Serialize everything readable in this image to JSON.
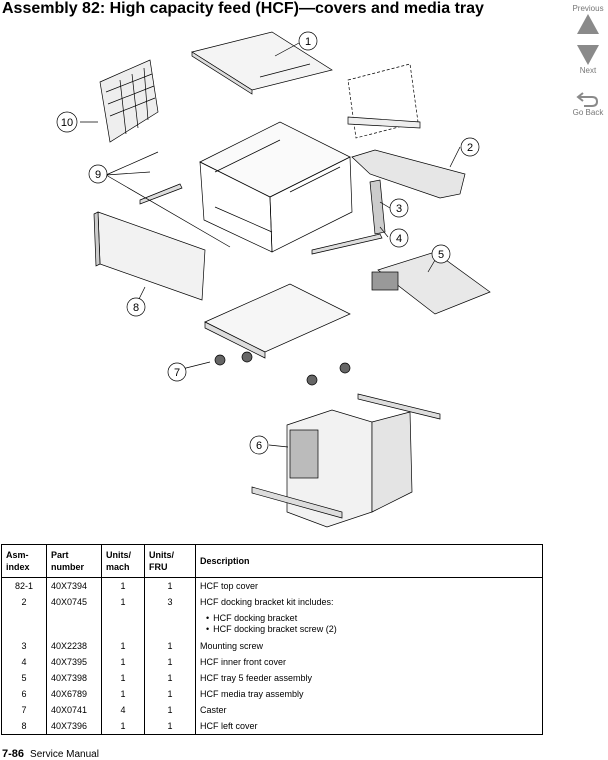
{
  "title": "Assembly 82:  High capacity feed (HCF)—covers and media tray",
  "nav": {
    "previous": "Previous",
    "next": "Next",
    "go_back": "Go Back"
  },
  "colors": {
    "nav_arrow": "#8a8a8a",
    "line": "#000000"
  },
  "callouts": [
    "1",
    "2",
    "3",
    "4",
    "5",
    "6",
    "7",
    "8",
    "9",
    "10"
  ],
  "table": {
    "headers": {
      "asm_index": "Asm-\nindex",
      "part_number": "Part\nnumber",
      "units_mach": "Units/\nmach",
      "units_fru": "Units/\nFRU",
      "description": "Description"
    },
    "rows": [
      {
        "asm": "82-1",
        "part": "40X7394",
        "mach": "1",
        "fru": "1",
        "desc": "HCF top cover"
      },
      {
        "asm": "2",
        "part": "40X0745",
        "mach": "1",
        "fru": "3",
        "desc": "HCF docking bracket kit includes:"
      },
      {
        "asm": "",
        "part": "",
        "mach": "",
        "fru": "",
        "desc": "",
        "bullets": [
          "HCF docking bracket",
          "HCF docking bracket screw (2)"
        ]
      },
      {
        "asm": "3",
        "part": "40X2238",
        "mach": "1",
        "fru": "1",
        "desc": "Mounting screw"
      },
      {
        "asm": "4",
        "part": "40X7395",
        "mach": "1",
        "fru": "1",
        "desc": "HCF inner front cover"
      },
      {
        "asm": "5",
        "part": "40X7398",
        "mach": "1",
        "fru": "1",
        "desc": "HCF tray 5 feeder assembly"
      },
      {
        "asm": "6",
        "part": "40X6789",
        "mach": "1",
        "fru": "1",
        "desc": "HCF media tray assembly"
      },
      {
        "asm": "7",
        "part": "40X0741",
        "mach": "4",
        "fru": "1",
        "desc": "Caster"
      },
      {
        "asm": "8",
        "part": "40X7396",
        "mach": "1",
        "fru": "1",
        "desc": "HCF left cover"
      }
    ]
  },
  "footer": {
    "page": "7-86",
    "text": "Service Manual"
  }
}
